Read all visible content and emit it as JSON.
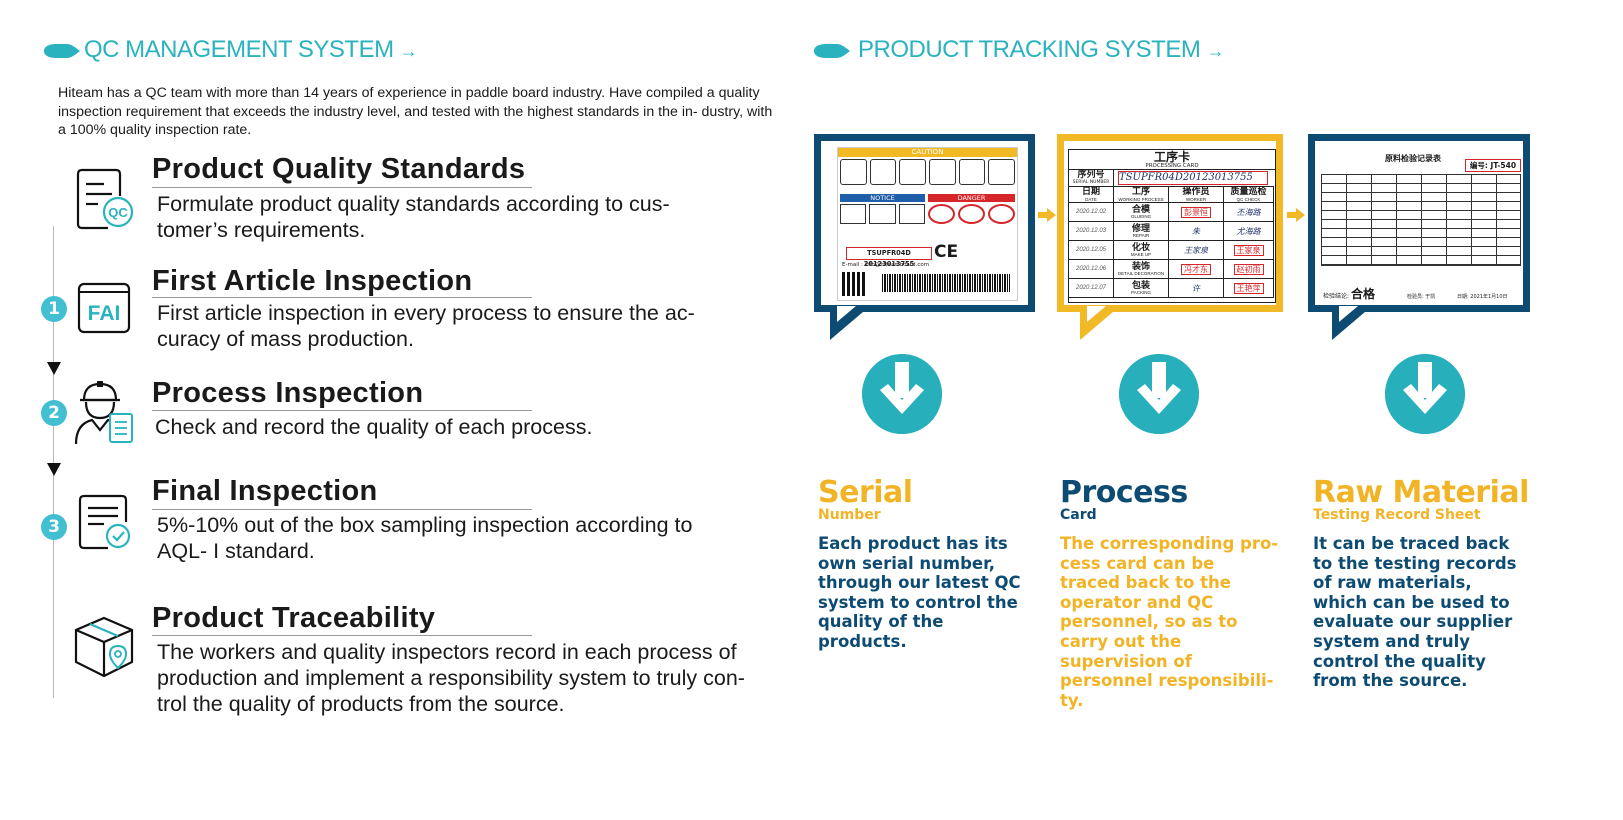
{
  "colors": {
    "teal": "#2ab3bf",
    "navy": "#0e4b73",
    "gold": "#f2b427"
  },
  "qc": {
    "title": "QC MANAGEMENT SYSTEM",
    "arrow": "→",
    "intro": "Hiteam has a QC team with more than 14 years of experience in paddle board industry. Have compiled a quality inspection requirement that exceeds the industry level, and tested with the highest standards in the in- dustry, with a 100% quality inspection rate.",
    "items": [
      {
        "title": "Product Quality Standards",
        "desc": "Formulate product quality standards according to cus- tomer’s requirements.",
        "icon": "document-qc-icon",
        "icon_text": "QC"
      },
      {
        "number": "1",
        "title": "First Article Inspection",
        "desc": "First article inspection in every process to ensure the ac- curacy of mass production.",
        "icon": "fai-icon",
        "icon_text": "FAI"
      },
      {
        "number": "2",
        "title": "Process Inspection",
        "desc": "Check and record the quality of each process.",
        "icon": "inspector-icon"
      },
      {
        "number": "3",
        "title": "Final Inspection",
        "desc": "5%-10% out of the box sampling inspection according to AQL- I standard.",
        "icon": "checklist-icon"
      },
      {
        "title": "Product Traceability",
        "desc": "The workers and quality inspectors record in each process of production and implement a responsibility system to truly con- trol the quality of products from the source.",
        "icon": "box-location-icon"
      }
    ]
  },
  "tracking": {
    "title": "PRODUCT TRACKING SYSTEM",
    "arrow": "→",
    "serial_card": {
      "caution": "CAUTION",
      "notice": "NOTICE",
      "danger": "DANGER",
      "serial": "TSUPFR04D 20123013755",
      "email": "E-mail : info@hiteamboard.com",
      "ce": "CE"
    },
    "process_card": {
      "title": "工序卡",
      "title_en": "PROCESSING CARD",
      "serial_label": "序列号",
      "serial_label_en": "SERIAL NUMBER",
      "serial_value": "TSUPFR04D20123013755",
      "headers": [
        {
          "cn": "日期",
          "en": "DATE"
        },
        {
          "cn": "工序",
          "en": "WORKING PROCESS"
        },
        {
          "cn": "操作员",
          "en": "WORKER"
        },
        {
          "cn": "质量巡检",
          "en": "QC CHECK"
        }
      ],
      "rows": [
        {
          "date": "2020.12.02",
          "cn": "合模",
          "en": "GLUEING",
          "worker": "彭景恒",
          "qc": "丕海路"
        },
        {
          "date": "2020.12.03",
          "cn": "修理",
          "en": "REPAIR",
          "worker": "朱",
          "qc": "尤海路"
        },
        {
          "date": "2020.12.05",
          "cn": "化妆",
          "en": "MAKE UP",
          "worker": "王家泉",
          "qc": "王家泉"
        },
        {
          "date": "2020.12.06",
          "cn": "装饰",
          "en": "DETAIL DECORATION",
          "worker": "冯才东",
          "qc": "赵初雨"
        },
        {
          "date": "2020.12.07",
          "cn": "包装",
          "en": "PACKING",
          "worker": "许",
          "qc": "王艳萍"
        }
      ]
    },
    "raw_card": {
      "title": "原料检验记录表",
      "code": "编号: JT-540",
      "result_label": "检验结论:",
      "result": "合格",
      "inspector": "检验员: 于凯",
      "date": "日期: 2021年1月10日"
    },
    "columns": [
      {
        "title": "Serial",
        "subtitle": "Number",
        "desc": "Each product has its own serial number, through our latest QC system to control the quality of the products."
      },
      {
        "title": "Process",
        "subtitle": "Card",
        "desc": "The corresponding pro- cess card can be traced back to the operator and QC personnel, so as to carry out the supervision of personnel responsibili- ty."
      },
      {
        "title": "Raw Material",
        "subtitle": "Testing Record Sheet",
        "desc": "It can be traced back to the testing records of raw materials, which can be used to evaluate our supplier system and truly control the quality from the source."
      }
    ]
  }
}
